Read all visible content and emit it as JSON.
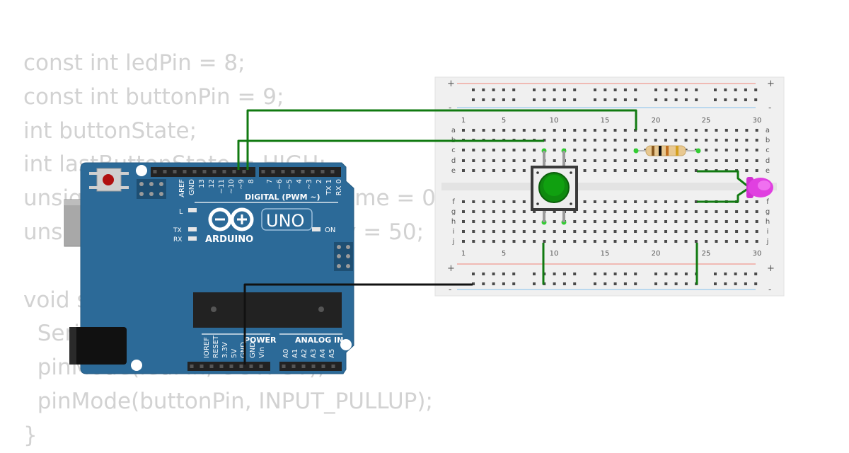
{
  "code": {
    "lines": [
      "const int ledPin = 8;",
      "const int buttonPin = 9;",
      "int buttonState;",
      "int lastButtonState = HIGH;",
      "unsigned long lastDebounceTime = 0;",
      "unsigned long debounceDelay = 50;",
      "",
      "void setup() {",
      "  Serial.begin(9600);",
      "  pinMode(ledPin, OUTPUT);",
      "  pinMode(buttonPin, INPUT_PULLUP);",
      "}"
    ]
  },
  "breadboard": {
    "column_numbers": [
      "1",
      "5",
      "10",
      "15",
      "20",
      "25",
      "30"
    ],
    "rows_top": [
      "a",
      "b",
      "c",
      "d",
      "e"
    ],
    "rows_bottom": [
      "f",
      "g",
      "h",
      "i",
      "j"
    ],
    "rail_plus": "+",
    "rail_minus": "-"
  },
  "arduino": {
    "digital_pin_labels": [
      "AREF",
      "GND",
      "13",
      "12",
      "~11",
      "~10",
      "~9",
      "8",
      "7",
      "~6",
      "~5",
      "4",
      "~3",
      "2",
      "TX 1",
      "RX 0"
    ],
    "digital_title": "DIGITAL (PWM ~)",
    "model": "UNO",
    "brand": "ARDUINO",
    "led_l": "L",
    "led_tx": "TX",
    "led_rx": "RX",
    "led_on": "ON",
    "power_title": "POWER",
    "power_pin_labels": [
      "IOREF",
      "RESET",
      "3.3V",
      "5V",
      "GND",
      "GND",
      "Vin"
    ],
    "analog_title": "ANALOG IN",
    "analog_pin_labels": [
      "A0",
      "A1",
      "A2",
      "A3",
      "A4",
      "A5"
    ]
  },
  "colors": {
    "board_blue": "#2c6a98",
    "wire_green": "#117a11",
    "wire_black": "#111111",
    "led_magenta": "#e040e0",
    "button_green": "#0f8a0f",
    "breadboard_bg": "#f0f0f0"
  }
}
